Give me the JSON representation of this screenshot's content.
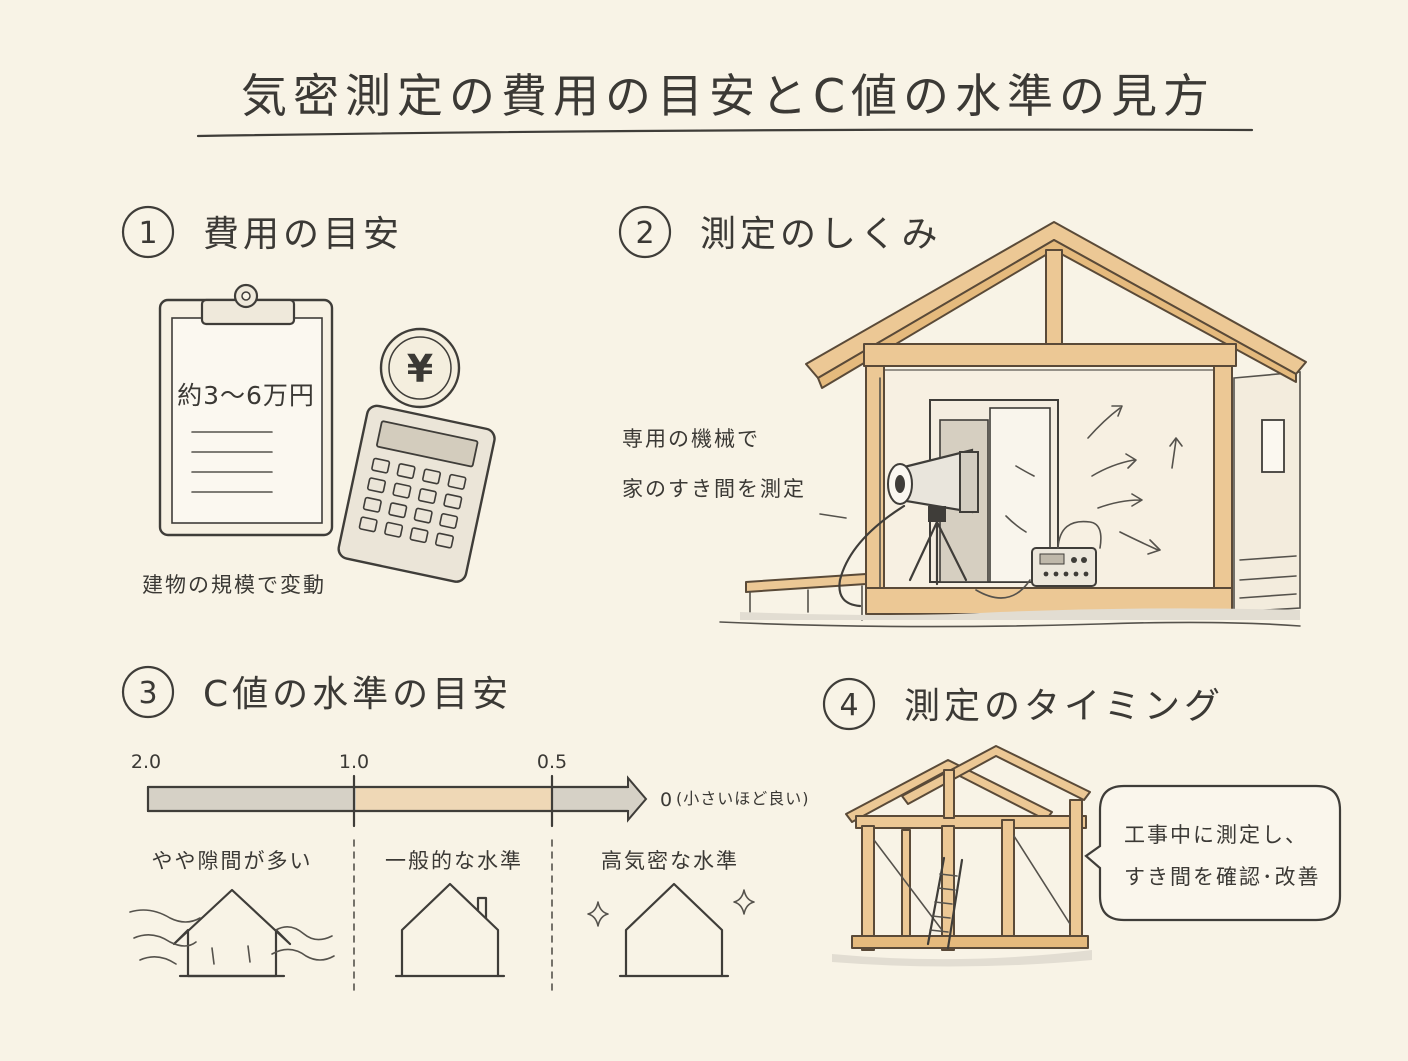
{
  "title": "気密測定の費用の目安とC値の水準の見方",
  "sections": {
    "cost": {
      "number": "1",
      "heading": "費用の目安",
      "clipboard_text": "約3～6万円",
      "coin_symbol": "¥",
      "note": "建物の規模で変動"
    },
    "mechanism": {
      "number": "2",
      "heading": "測定のしくみ",
      "note_line1": "専用の機械で",
      "note_line2": "家のすき間を測定"
    },
    "cvalue": {
      "number": "3",
      "heading": "C値の水準の目安",
      "ticks": [
        "2.0",
        "1.0",
        "0.5"
      ],
      "end_label": "0",
      "end_note": "(小さいほど良い)",
      "levels": [
        {
          "label": "やや隙間が多い"
        },
        {
          "label": "一般的な水準"
        },
        {
          "label": "高気密な水準"
        }
      ]
    },
    "timing": {
      "number": "4",
      "heading": "測定のタイミング",
      "bubble_line1": "工事中に測定し、",
      "bubble_line2": "すき間を確認･改善"
    }
  },
  "colors": {
    "background": "#f8f3e6",
    "ink": "#3f3d39",
    "wood": "#ecc895",
    "bar_fill": "#d6d1c6",
    "bar_highlight": "#efd8b6"
  }
}
